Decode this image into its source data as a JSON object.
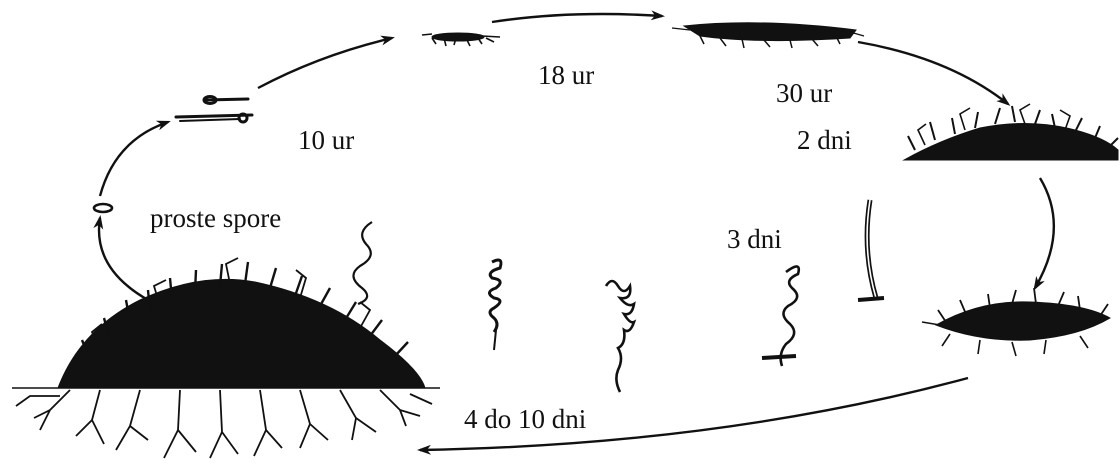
{
  "labels": {
    "proste_spore": "proste spore",
    "t_10_ur": "10 ur",
    "t_18_ur": "18 ur",
    "t_30_ur": "30 ur",
    "t_2_dni": "2 dni",
    "t_3_dni": "3 dni",
    "t_4_do_10_dni": "4 do 10 dni"
  }
}
